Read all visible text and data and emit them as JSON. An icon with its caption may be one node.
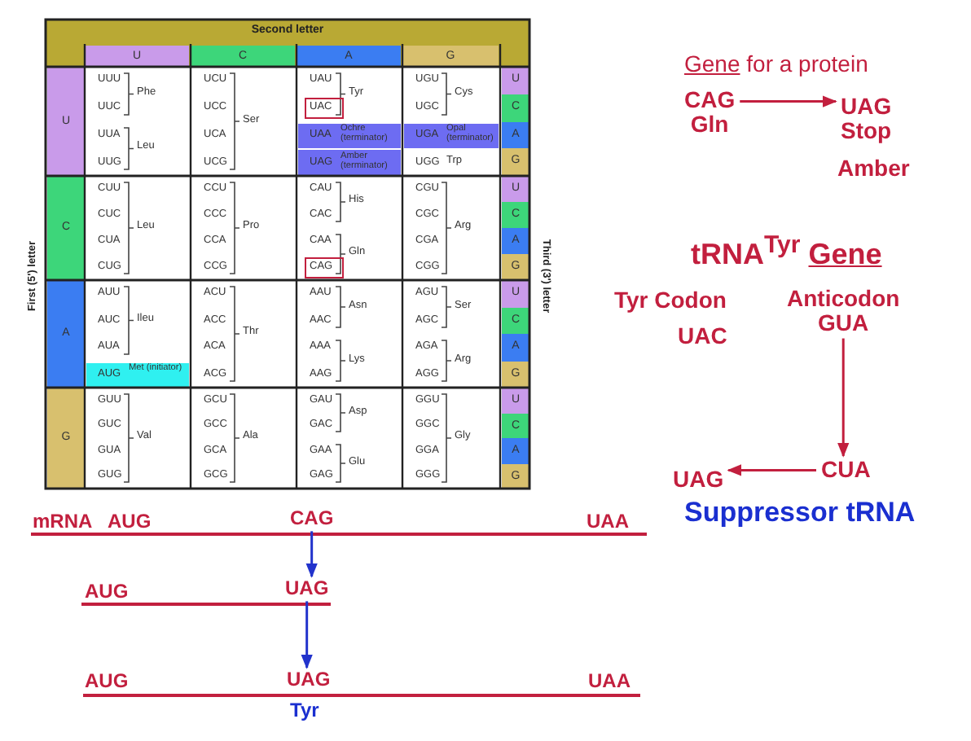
{
  "diagram": {
    "nodes": [
      {
        "text": [
          "CAG",
          "Gln"
        ]
      },
      {
        "text": [
          "UAG",
          "Stop"
        ]
      },
      {
        "text": [
          "Anticodon",
          "GUA"
        ]
      },
      {
        "text": [
          "CUA"
        ]
      },
      {
        "text": [
          "UAG"
        ]
      },
      {
        "text": [
          "CAG"
        ]
      },
      {
        "text": [
          "UAG"
        ]
      },
      {
        "text": [
          "UAG"
        ]
      }
    ],
    "edges": [
      {
        "from": 0,
        "to": 1,
        "arrow": "to"
      },
      {
        "from": 2,
        "to": 3,
        "arrow": "to"
      },
      {
        "from": 3,
        "to": 4,
        "arrow": "to"
      },
      {
        "from": 5,
        "to": 6,
        "arrow": "to",
        "color": "#2233cc"
      },
      {
        "from": 6,
        "to": 7,
        "arrow": "to",
        "color": "#2233cc"
      }
    ],
    "labels": [
      "Second letter",
      "U",
      "C",
      "A",
      "G",
      "First (5') letter",
      "Third (3') letter",
      "U",
      "UUU",
      "UUC",
      "UUA",
      "UUG",
      "Phe",
      "Leu",
      "UCU",
      "UCC",
      "UCA",
      "UCG",
      "Ser",
      "UAU",
      "UAC",
      "UAA",
      "UAG",
      "Tyr",
      "Ochre (terminator)",
      "Amber (terminator)",
      "UGU",
      "UGC",
      "UGA",
      "UGG",
      "Cys",
      "Opal (terminator)",
      "Trp",
      "U",
      "C",
      "A",
      "G",
      "C",
      "CUU",
      "CUC",
      "CUA",
      "CUG",
      "Leu",
      "CCU",
      "CCC",
      "CCA",
      "CCG",
      "Pro",
      "CAU",
      "CAC",
      "CAA",
      "CAG",
      "His",
      "Gln",
      "CGU",
      "CGC",
      "CGA",
      "CGG",
      "Arg",
      "U",
      "C",
      "A",
      "G",
      "A",
      "AUU",
      "AUC",
      "AUA",
      "AUG",
      "Ileu",
      "Met (initiator)",
      "ACU",
      "ACC",
      "ACA",
      "ACG",
      "Thr",
      "AAU",
      "AAC",
      "AAA",
      "AAG",
      "Asn",
      "Lys",
      "AGU",
      "AGC",
      "AGA",
      "AGG",
      "Ser",
      "Arg",
      "U",
      "C",
      "A",
      "G",
      "G",
      "GUU",
      "GUC",
      "GUA",
      "GUG",
      "Val",
      "GCU",
      "GCC",
      "GCA",
      "GCG",
      "Ala",
      "GAU",
      "GAC",
      "GAA",
      "GAG",
      "Asp",
      "Glu",
      "GGU",
      "GGC",
      "GGA",
      "GGG",
      "Gly",
      "U",
      "C",
      "A",
      "G",
      "Gene for a protein",
      "Amber",
      "tRNA$^{Tyr}$ Gene",
      "Tyr Codon",
      "UAC",
      "Suppressor tRNA",
      "mRNA",
      "AUG",
      "UAA",
      "AUG",
      "AUG",
      "UAA",
      "Tyr"
    ]
  }
}
